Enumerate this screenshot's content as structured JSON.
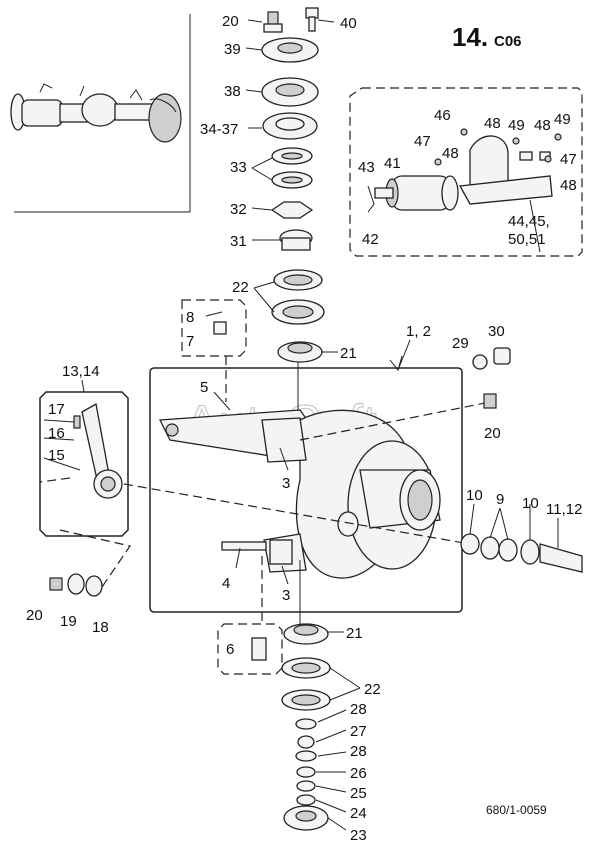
{
  "header": {
    "page_number": "14.",
    "section_code": "C06"
  },
  "reference_code": "680/1-0059",
  "watermark": "AutoSoft",
  "callouts": {
    "c20_top": "20",
    "c40": "40",
    "c39": "39",
    "c38": "38",
    "c34_37": "34-37",
    "c33": "33",
    "c32": "32",
    "c31": "31",
    "c22_top": "22",
    "c8": "8",
    "c7": "7",
    "c21_top": "21",
    "c1_2": "1, 2",
    "c29": "29",
    "c30": "30",
    "c13_14": "13,14",
    "c5": "5",
    "c17": "17",
    "c16": "16",
    "c15": "15",
    "c20_right": "20",
    "c3_upper": "3",
    "c10_left": "10",
    "c9": "9",
    "c10_right": "10",
    "c11_12": "11,12",
    "c4": "4",
    "c3_lower": "3",
    "c20_left": "20",
    "c19": "19",
    "c18": "18",
    "c21_bottom": "21",
    "c6": "6",
    "c22_bottom": "22",
    "c28_a": "28",
    "c27": "27",
    "c28_b": "28",
    "c26": "26",
    "c25": "25",
    "c24": "24",
    "c23": "23",
    "c46": "46",
    "c48_a": "48",
    "c49_a": "49",
    "c48_b": "48",
    "c49_b": "49",
    "c47_a": "47",
    "c47_b": "47",
    "c48_c": "48",
    "c43": "43",
    "c41": "41",
    "c48_d": "48",
    "c42": "42",
    "c44_45": "44,45,",
    "c50_51": "50,51"
  }
}
